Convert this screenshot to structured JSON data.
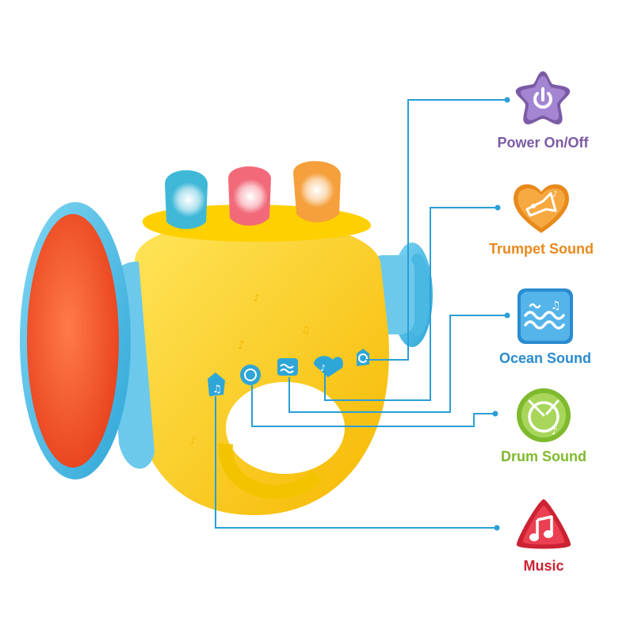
{
  "features": [
    {
      "label": "Power On/Off",
      "color": "#7b5aa6",
      "icon": "power-star-icon"
    },
    {
      "label": "Trumpet Sound",
      "color": "#e8891c",
      "icon": "trumpet-heart-icon"
    },
    {
      "label": "Ocean Sound",
      "color": "#2a8cd0",
      "icon": "ocean-wave-icon"
    },
    {
      "label": "Drum Sound",
      "color": "#7fba2e",
      "icon": "drum-circle-icon"
    },
    {
      "label": "Music",
      "color": "#cc2233",
      "icon": "music-note-triangle-icon"
    }
  ],
  "colors": {
    "leader_line": "#2a9fd6",
    "toy_body": "#ffd21a",
    "toy_accent": "#5fc4e8",
    "bell_face": "#f2552b"
  }
}
